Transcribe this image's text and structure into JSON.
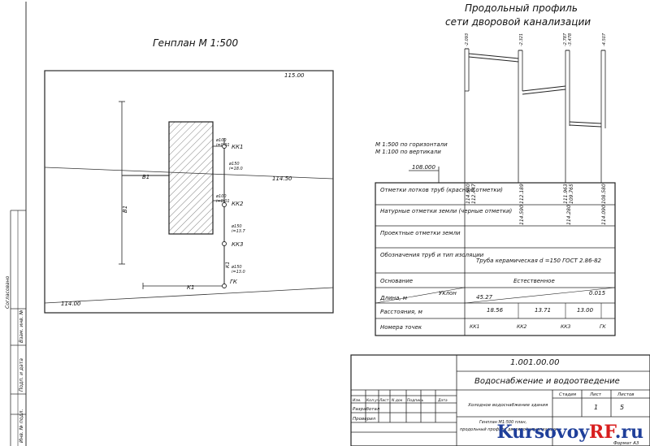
{
  "genplan": {
    "title": "Генплан М 1:500",
    "contour_top": "115.00",
    "contour_mid": "114.50",
    "contour_bot": "114.00",
    "label_b1_h": "В1",
    "label_b1_v": "В1",
    "label_k1_h": "К1",
    "label_k1_v": "К1",
    "wells": [
      "КК1",
      "КК2",
      "КК3",
      "ГК"
    ],
    "pipe_labels": [
      {
        "d": "ø100",
        "i": "i=0.01"
      },
      {
        "d": "ø150",
        "i": "i=18.0"
      },
      {
        "d": "ø100",
        "i": "i=0.01"
      },
      {
        "d": "ø150",
        "i": "i=13.7"
      },
      {
        "d": "ø150",
        "i": "i=13.0"
      }
    ]
  },
  "profile": {
    "title_line1": "Продольный профиль",
    "title_line2": "сети дворовой канализации",
    "scale_h": "М 1:500 по горизонтали",
    "scale_v": "М 1:100 по вертикали",
    "datum": "108.000",
    "top_marks": [
      "-2.093",
      "-2.321",
      "-2.787",
      "-4.507"
    ],
    "top_marks_extra": "-3.478",
    "row_labels": [
      "Отметки лотков труб (красные отметки)",
      "Натурные отметки земли (черные отметки)",
      "Проектные отметки земли",
      "Обозначения труб и тип изоляции",
      "Основание",
      "Длина, м",
      "Расстояния, м",
      "Номера точек"
    ],
    "tray_marks": [
      "114.640",
      "112.447",
      "112.189",
      "111.963",
      "109.765",
      "108.580"
    ],
    "ground_marks": [
      "114.590",
      "114.280",
      "114.090"
    ],
    "pipe_type": "Труба керамическая d =150 ГОСТ 2.86-82",
    "base": "Естественное",
    "slope_label": "Уклон",
    "length": "45.27",
    "slope_value": "0.015",
    "distances": [
      "18.56",
      "13.71",
      "13.00"
    ],
    "points": [
      "КК1",
      "КК2",
      "КК3",
      "ГК"
    ]
  },
  "left_strip": [
    "Согласовано",
    "Взам. инв. №",
    "Подп. и дата",
    "Инв. № подл."
  ],
  "title_block": {
    "code": "1.001.00.00",
    "name": "Водоснабжение и водоотведение",
    "header_cols": [
      "Изм.",
      "Кол.уч",
      "Лист",
      "N док",
      "Подпись",
      "Дата"
    ],
    "developed": "Разработал",
    "checked": "Проверил",
    "object": "Холодное водоснабжение здания",
    "sheet_desc_1": "Генплан М1:500 план,",
    "sheet_desc_2": "продольный профиль дворовой канализации",
    "stage_label": "Стадия",
    "sheet_label": "Лист",
    "sheets_label": "Листов",
    "sheet_no": "1",
    "sheets_total": "5",
    "format": "Формат А3"
  },
  "watermark": {
    "part1": "Kursovoy",
    "part2": "RF",
    "part3": ".ru"
  }
}
